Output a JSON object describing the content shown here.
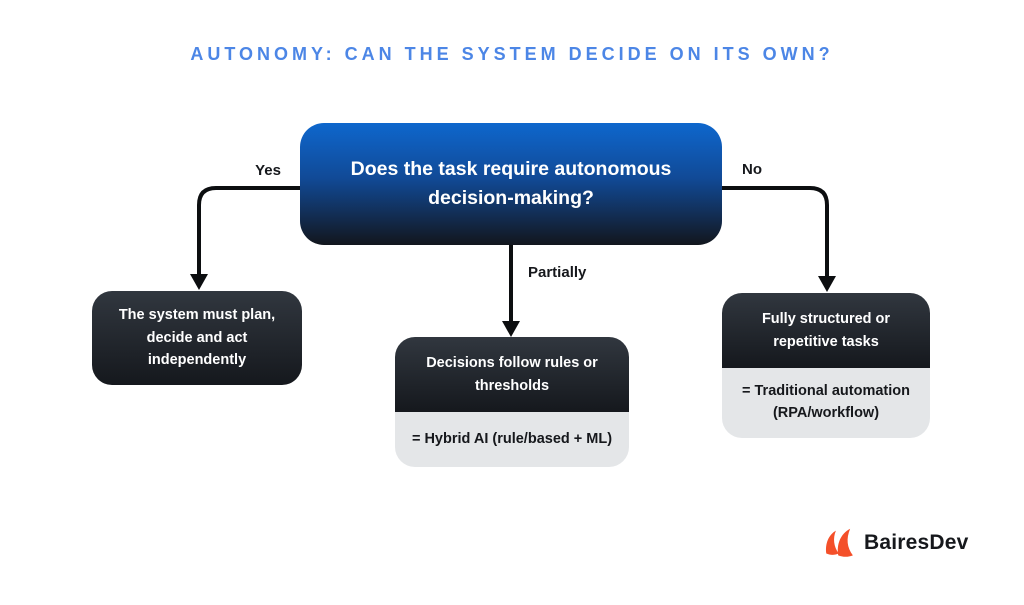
{
  "title": "AUTONOMY: CAN THE SYSTEM DECIDE ON ITS OWN?",
  "flowchart": {
    "question": "Does the task require autonomous decision-making?",
    "branches": [
      {
        "label": "Yes",
        "outcome": "The system must plan, decide and act independently"
      },
      {
        "label": "Partially",
        "outcome": "Decisions follow rules or thresholds",
        "equivalent": "= Hybrid AI (rule/based + ML)"
      },
      {
        "label": "No",
        "outcome": "Fully structured or repetitive tasks",
        "equivalent": "= Traditional automation (RPA/workflow)"
      }
    ]
  },
  "logo": {
    "brand": "BairesDev",
    "mark": "bairesdev-flame-icon"
  },
  "theme": {
    "accent_blue": "#4C86E6",
    "box_blue_top": "#0E67CD",
    "box_blue_bottom": "#12161D",
    "box_dark_top": "#31373F",
    "box_dark_bottom": "#15181D",
    "box_light": "#E4E6E8",
    "line_black": "#0C0E10",
    "logo_orange": "#F4502A",
    "text_dark": "#16181C"
  }
}
